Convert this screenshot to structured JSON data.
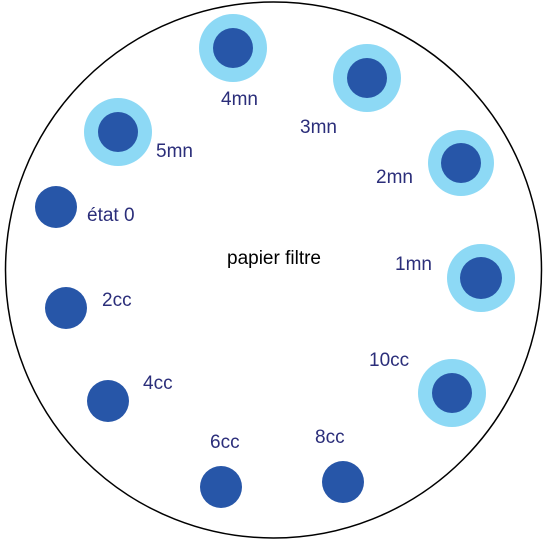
{
  "title": "papier filtre",
  "colors": {
    "outline": "#000000",
    "spot_core": "#2756a8",
    "spot_halo": "#8dd9f5",
    "label": "#2b2e7a",
    "background": "#ffffff"
  },
  "spots": [
    {
      "id": "etat-0",
      "label": "état 0",
      "halo": false
    },
    {
      "id": "2cc",
      "label": "2cc",
      "halo": false
    },
    {
      "id": "4cc",
      "label": "4cc",
      "halo": false
    },
    {
      "id": "6cc",
      "label": "6cc",
      "halo": false
    },
    {
      "id": "8cc",
      "label": "8cc",
      "halo": false
    },
    {
      "id": "10cc",
      "label": "10cc",
      "halo": true
    },
    {
      "id": "1mn",
      "label": "1mn",
      "halo": true
    },
    {
      "id": "2mn",
      "label": "2mn",
      "halo": true
    },
    {
      "id": "3mn",
      "label": "3mn",
      "halo": true
    },
    {
      "id": "4mn",
      "label": "4mn",
      "halo": true
    },
    {
      "id": "5mn",
      "label": "5mn",
      "halo": true
    }
  ]
}
